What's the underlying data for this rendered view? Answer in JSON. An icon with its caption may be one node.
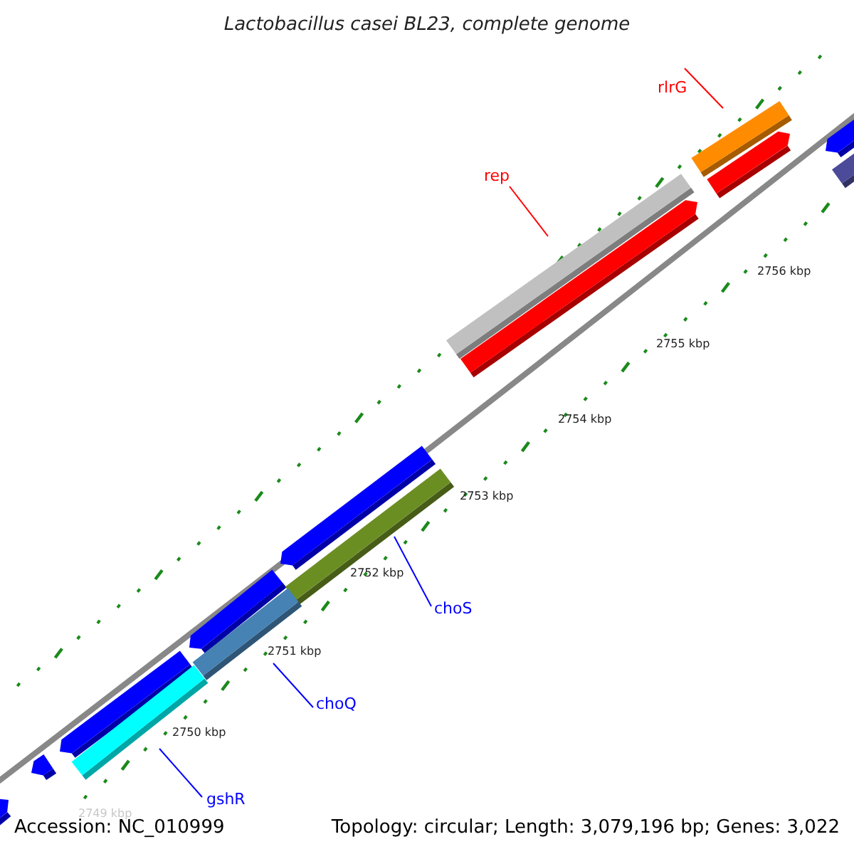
{
  "diagram": {
    "title": "Lactobacillus casei BL23, complete genome",
    "nodes": [
      {
        "text": [
          "rlrG"
        ]
      },
      {
        "text": [],
        "shape": "bar"
      },
      {
        "text": [
          "rep"
        ]
      },
      {
        "text": [],
        "shape": "bar"
      },
      {
        "text": [
          "choS"
        ]
      },
      {
        "text": [],
        "shape": "bar"
      },
      {
        "text": [
          "choQ"
        ]
      },
      {
        "text": [],
        "shape": "bar"
      },
      {
        "text": [
          "gshR"
        ]
      },
      {
        "text": [],
        "shape": "bar"
      }
    ],
    "edges": [
      {
        "from": 0,
        "to": 1,
        "arrow": "none",
        "color": "#ff0000"
      },
      {
        "from": 2,
        "to": 3,
        "arrow": "none",
        "color": "#ff0000"
      },
      {
        "from": 4,
        "to": 5,
        "arrow": "none",
        "color": "#0000ff"
      },
      {
        "from": 6,
        "to": 7,
        "arrow": "none",
        "color": "#0000ff"
      },
      {
        "from": 8,
        "to": 9,
        "arrow": "none",
        "color": "#0000ff"
      }
    ],
    "labels": [
      "2756 kbp",
      "2755 kbp",
      "2754 kbp",
      "2753 kbp",
      "2752 kbp",
      "2751 kbp",
      "2750 kbp",
      "2749 kbp",
      "Accession: NC_010999",
      "Topology: circular; Length: 3,079,196 bp; Genes: 3,022"
    ]
  }
}
